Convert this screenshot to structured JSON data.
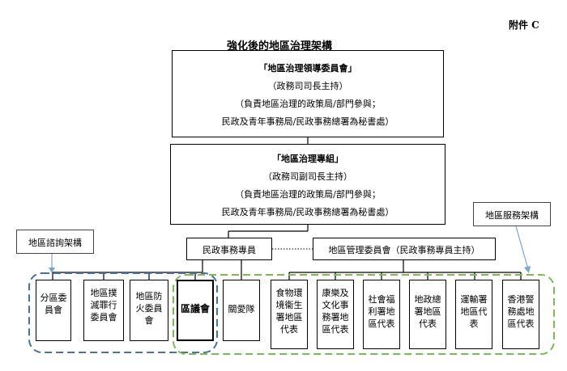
{
  "annex_label": "附件 C",
  "title": "強化後的地區治理架構",
  "top_box": {
    "name": "「地區治理領導委員會」",
    "chair": "（政務司司長主持）",
    "members_1": "（負責地區治理的政策局/部門參與；",
    "members_2": "民政及青年事務局/民政事務總署為秘書處）"
  },
  "mid_box": {
    "name": "「地區治理專組」",
    "chair": "（政務司副司長主持）",
    "members_1": "（負責地區治理的政策局/部門參與；",
    "members_2": "民政及青年事務局/民政事務總署為秘書處）"
  },
  "dc_officer": "民政事務專員",
  "dm_committee": "地區管理委員會（民政事務專員主持）",
  "advisory_label": "地區諮詢架構",
  "service_label": "地區服務架構",
  "bottom_boxes": [
    "分區委員會",
    "地區撲滅罪行委員會",
    "地區防火委員會",
    "區議會",
    "關愛隊",
    "食物環境衞生署地區代表",
    "康樂及文化事務署地區代表",
    "社會福利署地區代表",
    "地政總署地區代表",
    "運輸署地區代表",
    "香港警務處地區代表"
  ]
}
